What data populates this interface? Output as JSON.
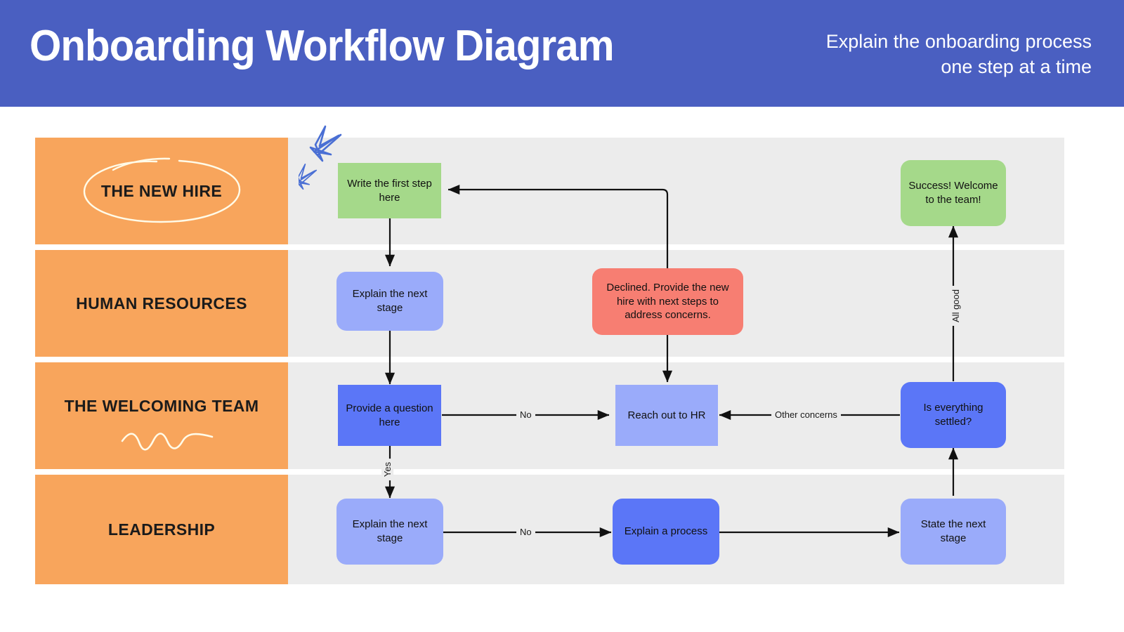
{
  "header": {
    "title": "Onboarding Workflow Diagram",
    "subtitle_line1": "Explain the onboarding process",
    "subtitle_line2": "one step at a time",
    "background_color": "#4a5fc1",
    "text_color": "#ffffff"
  },
  "palette": {
    "lane_label_orange": "#f8a55c",
    "lane_band_gray": "#ececec",
    "node_green": "#a5d98a",
    "node_blue_light": "#9aabfa",
    "node_blue_dark": "#5b76f7",
    "node_red": "#f77e72",
    "connector_black": "#111111",
    "doodle_blue": "#4a6fd4",
    "doodle_white": "#fffbe8"
  },
  "lanes": [
    {
      "id": "new-hire",
      "label": "THE NEW HIRE",
      "decoration": "ellipse-circle-doodle"
    },
    {
      "id": "human-resources",
      "label": "HUMAN RESOURCES",
      "decoration": "none"
    },
    {
      "id": "welcoming-team",
      "label": "THE WELCOMING TEAM",
      "decoration": "squiggle-doodle"
    },
    {
      "id": "leadership",
      "label": "LEADERSHIP",
      "decoration": "none"
    }
  ],
  "nodes": [
    {
      "id": "write-first-step",
      "text": "Write the first step here",
      "lane": "new-hire",
      "color": "#a5d98a",
      "shape": "square"
    },
    {
      "id": "success-welcome",
      "text": "Success! Welcome to the team!",
      "lane": "new-hire",
      "color": "#a5d98a",
      "shape": "rounded"
    },
    {
      "id": "explain-next-hr",
      "text": "Explain the next stage",
      "lane": "human-resources",
      "color": "#9aabfa",
      "shape": "rounded"
    },
    {
      "id": "declined",
      "text": "Declined. Provide the new hire with next steps to address concerns.",
      "lane": "human-resources",
      "color": "#f77e72",
      "shape": "rounded"
    },
    {
      "id": "provide-question",
      "text": "Provide a question here",
      "lane": "welcoming-team",
      "color": "#5b76f7",
      "shape": "square"
    },
    {
      "id": "reach-out-hr",
      "text": "Reach out to HR",
      "lane": "welcoming-team",
      "color": "#9aabfa",
      "shape": "square"
    },
    {
      "id": "is-settled",
      "text": "Is everything settled?",
      "lane": "welcoming-team",
      "color": "#5b76f7",
      "shape": "rounded"
    },
    {
      "id": "explain-next-lead",
      "text": "Explain the next stage",
      "lane": "leadership",
      "color": "#9aabfa",
      "shape": "rounded"
    },
    {
      "id": "explain-process",
      "text": "Explain a process",
      "lane": "leadership",
      "color": "#5b76f7",
      "shape": "rounded"
    },
    {
      "id": "state-next-stage",
      "text": "State the next stage",
      "lane": "leadership",
      "color": "#9aabfa",
      "shape": "rounded"
    }
  ],
  "edge_labels": {
    "no_1": "No",
    "no_2": "No",
    "yes": "Yes",
    "other_concerns": "Other concerns",
    "all_good": "All good"
  },
  "edges": [
    {
      "from": "write-first-step",
      "to": "explain-next-hr",
      "label": ""
    },
    {
      "from": "explain-next-hr",
      "to": "provide-question",
      "label": ""
    },
    {
      "from": "provide-question",
      "to": "reach-out-hr",
      "label": "No"
    },
    {
      "from": "provide-question",
      "to": "explain-next-lead",
      "label": "Yes"
    },
    {
      "from": "explain-next-lead",
      "to": "explain-process",
      "label": "No"
    },
    {
      "from": "explain-process",
      "to": "state-next-stage",
      "label": ""
    },
    {
      "from": "state-next-stage",
      "to": "is-settled",
      "label": ""
    },
    {
      "from": "is-settled",
      "to": "reach-out-hr",
      "label": "Other concerns"
    },
    {
      "from": "is-settled",
      "to": "success-welcome",
      "label": "All good"
    },
    {
      "from": "declined",
      "to": "reach-out-hr",
      "label": ""
    },
    {
      "from": "declined",
      "to": "write-first-step",
      "label": ""
    }
  ]
}
